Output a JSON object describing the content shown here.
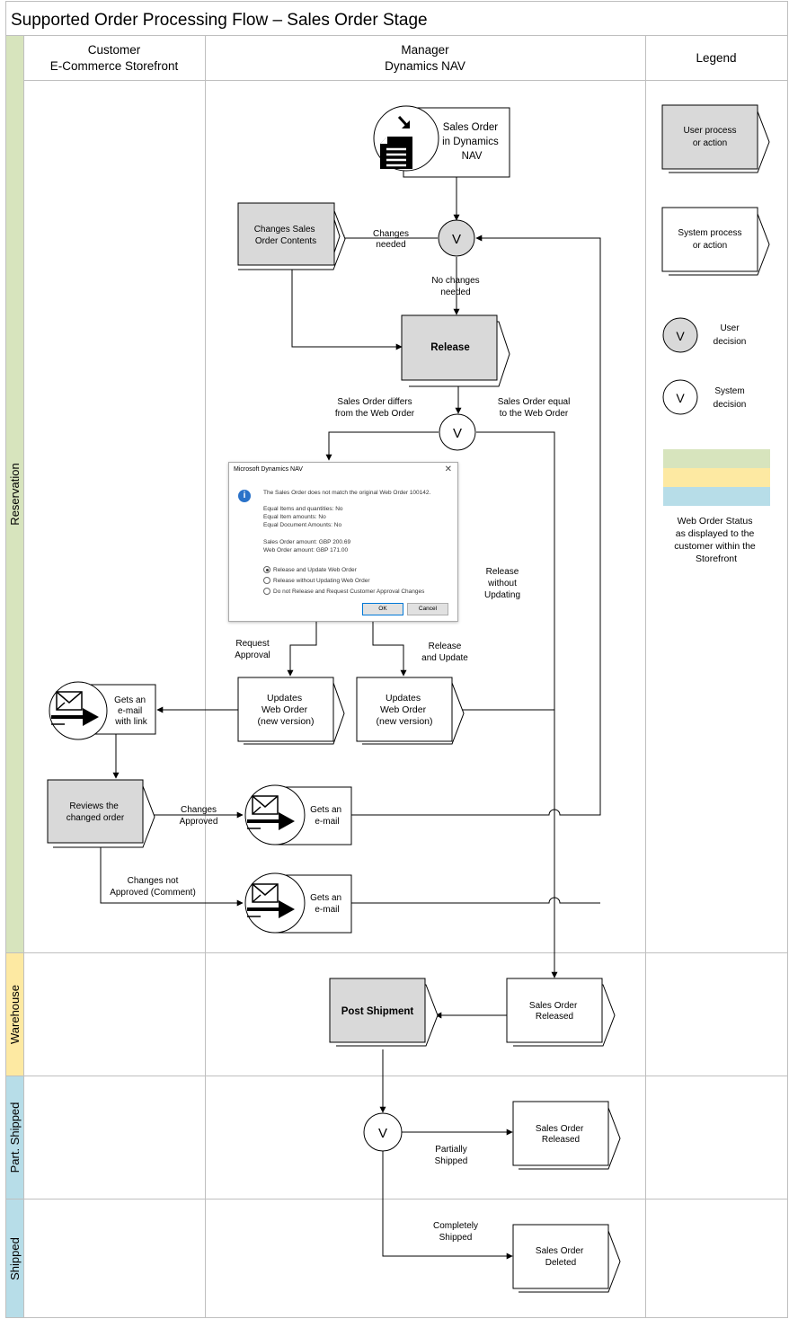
{
  "title": "Supported Order Processing Flow – Sales Order Stage",
  "columns": {
    "customer": [
      "Customer",
      "E-Commerce Storefront"
    ],
    "manager": [
      "Manager",
      "Dynamics NAV"
    ],
    "legend": "Legend"
  },
  "lanes": {
    "reservation": "Reservation",
    "warehouse": "Warehouse",
    "part_shipped": "Part. Shipped",
    "shipped": "Shipped"
  },
  "colors": {
    "reservation": "#d7e4bd",
    "warehouse": "#fde9a2",
    "shipped": "#b7dde8",
    "user_box": "#d9d9d9",
    "border": "#bfbfbf"
  },
  "nodes": {
    "sales_order_nav": [
      "Sales Order",
      "in Dynamics",
      "NAV"
    ],
    "changes_sales_order": [
      "Changes Sales",
      "Order Contents"
    ],
    "release": "Release",
    "updates_web_order": [
      "Updates",
      "Web Order",
      "(new version)"
    ],
    "gets_email_link": [
      "Gets an",
      "e-mail",
      "with link"
    ],
    "reviews_changed_order": [
      "Reviews the",
      "changed order"
    ],
    "gets_email": [
      "Gets an",
      "e-mail"
    ],
    "post_shipment": "Post Shipment",
    "sales_order_released": [
      "Sales Order",
      "Released"
    ],
    "sales_order_deleted": [
      "Sales Order",
      "Deleted"
    ],
    "decision_symbol": "V"
  },
  "edge_labels": {
    "changes_needed": [
      "Changes",
      "needed"
    ],
    "no_changes_needed": [
      "No changes",
      "needed"
    ],
    "differs": [
      "Sales Order differs",
      "from the Web Order"
    ],
    "equal": [
      "Sales Order equal",
      "to the Web Order"
    ],
    "release_without_updating": [
      "Release",
      "without",
      "Updating"
    ],
    "request_approval": [
      "Request",
      "Approval"
    ],
    "release_and_update": [
      "Release",
      "and Update"
    ],
    "changes_approved": [
      "Changes",
      "Approved"
    ],
    "changes_not_approved": [
      "Changes not",
      "Approved (Comment)"
    ],
    "partially_shipped": [
      "Partially",
      "Shipped"
    ],
    "completely_shipped": [
      "Completely",
      "Shipped"
    ]
  },
  "legend_items": {
    "user_process": [
      "User process",
      "or action"
    ],
    "system_process": [
      "System process",
      "or action"
    ],
    "user_decision": [
      "User",
      "decision"
    ],
    "system_decision": [
      "System",
      "decision"
    ],
    "web_order_status": [
      "Web Order Status",
      "as displayed to the",
      "customer within the",
      "Storefront"
    ]
  },
  "dialog": {
    "title": "Microsoft Dynamics NAV",
    "close": "✕",
    "message": "The Sales Order does not match the original Web Order 100142.",
    "checks": [
      "Equal Items and quantities: No",
      "Equal Item amounts: No",
      "Equal Document Amounts: No"
    ],
    "amounts": [
      "Sales Order amount: GBP 200.69",
      "Web Order amount: GBP 171.00"
    ],
    "options": [
      "Release and Update Web Order",
      "Release without Updating Web Order",
      "Do not Release and Request Customer Approval Changes"
    ],
    "selected_option": 0,
    "ok": "OK",
    "cancel": "Cancel"
  }
}
